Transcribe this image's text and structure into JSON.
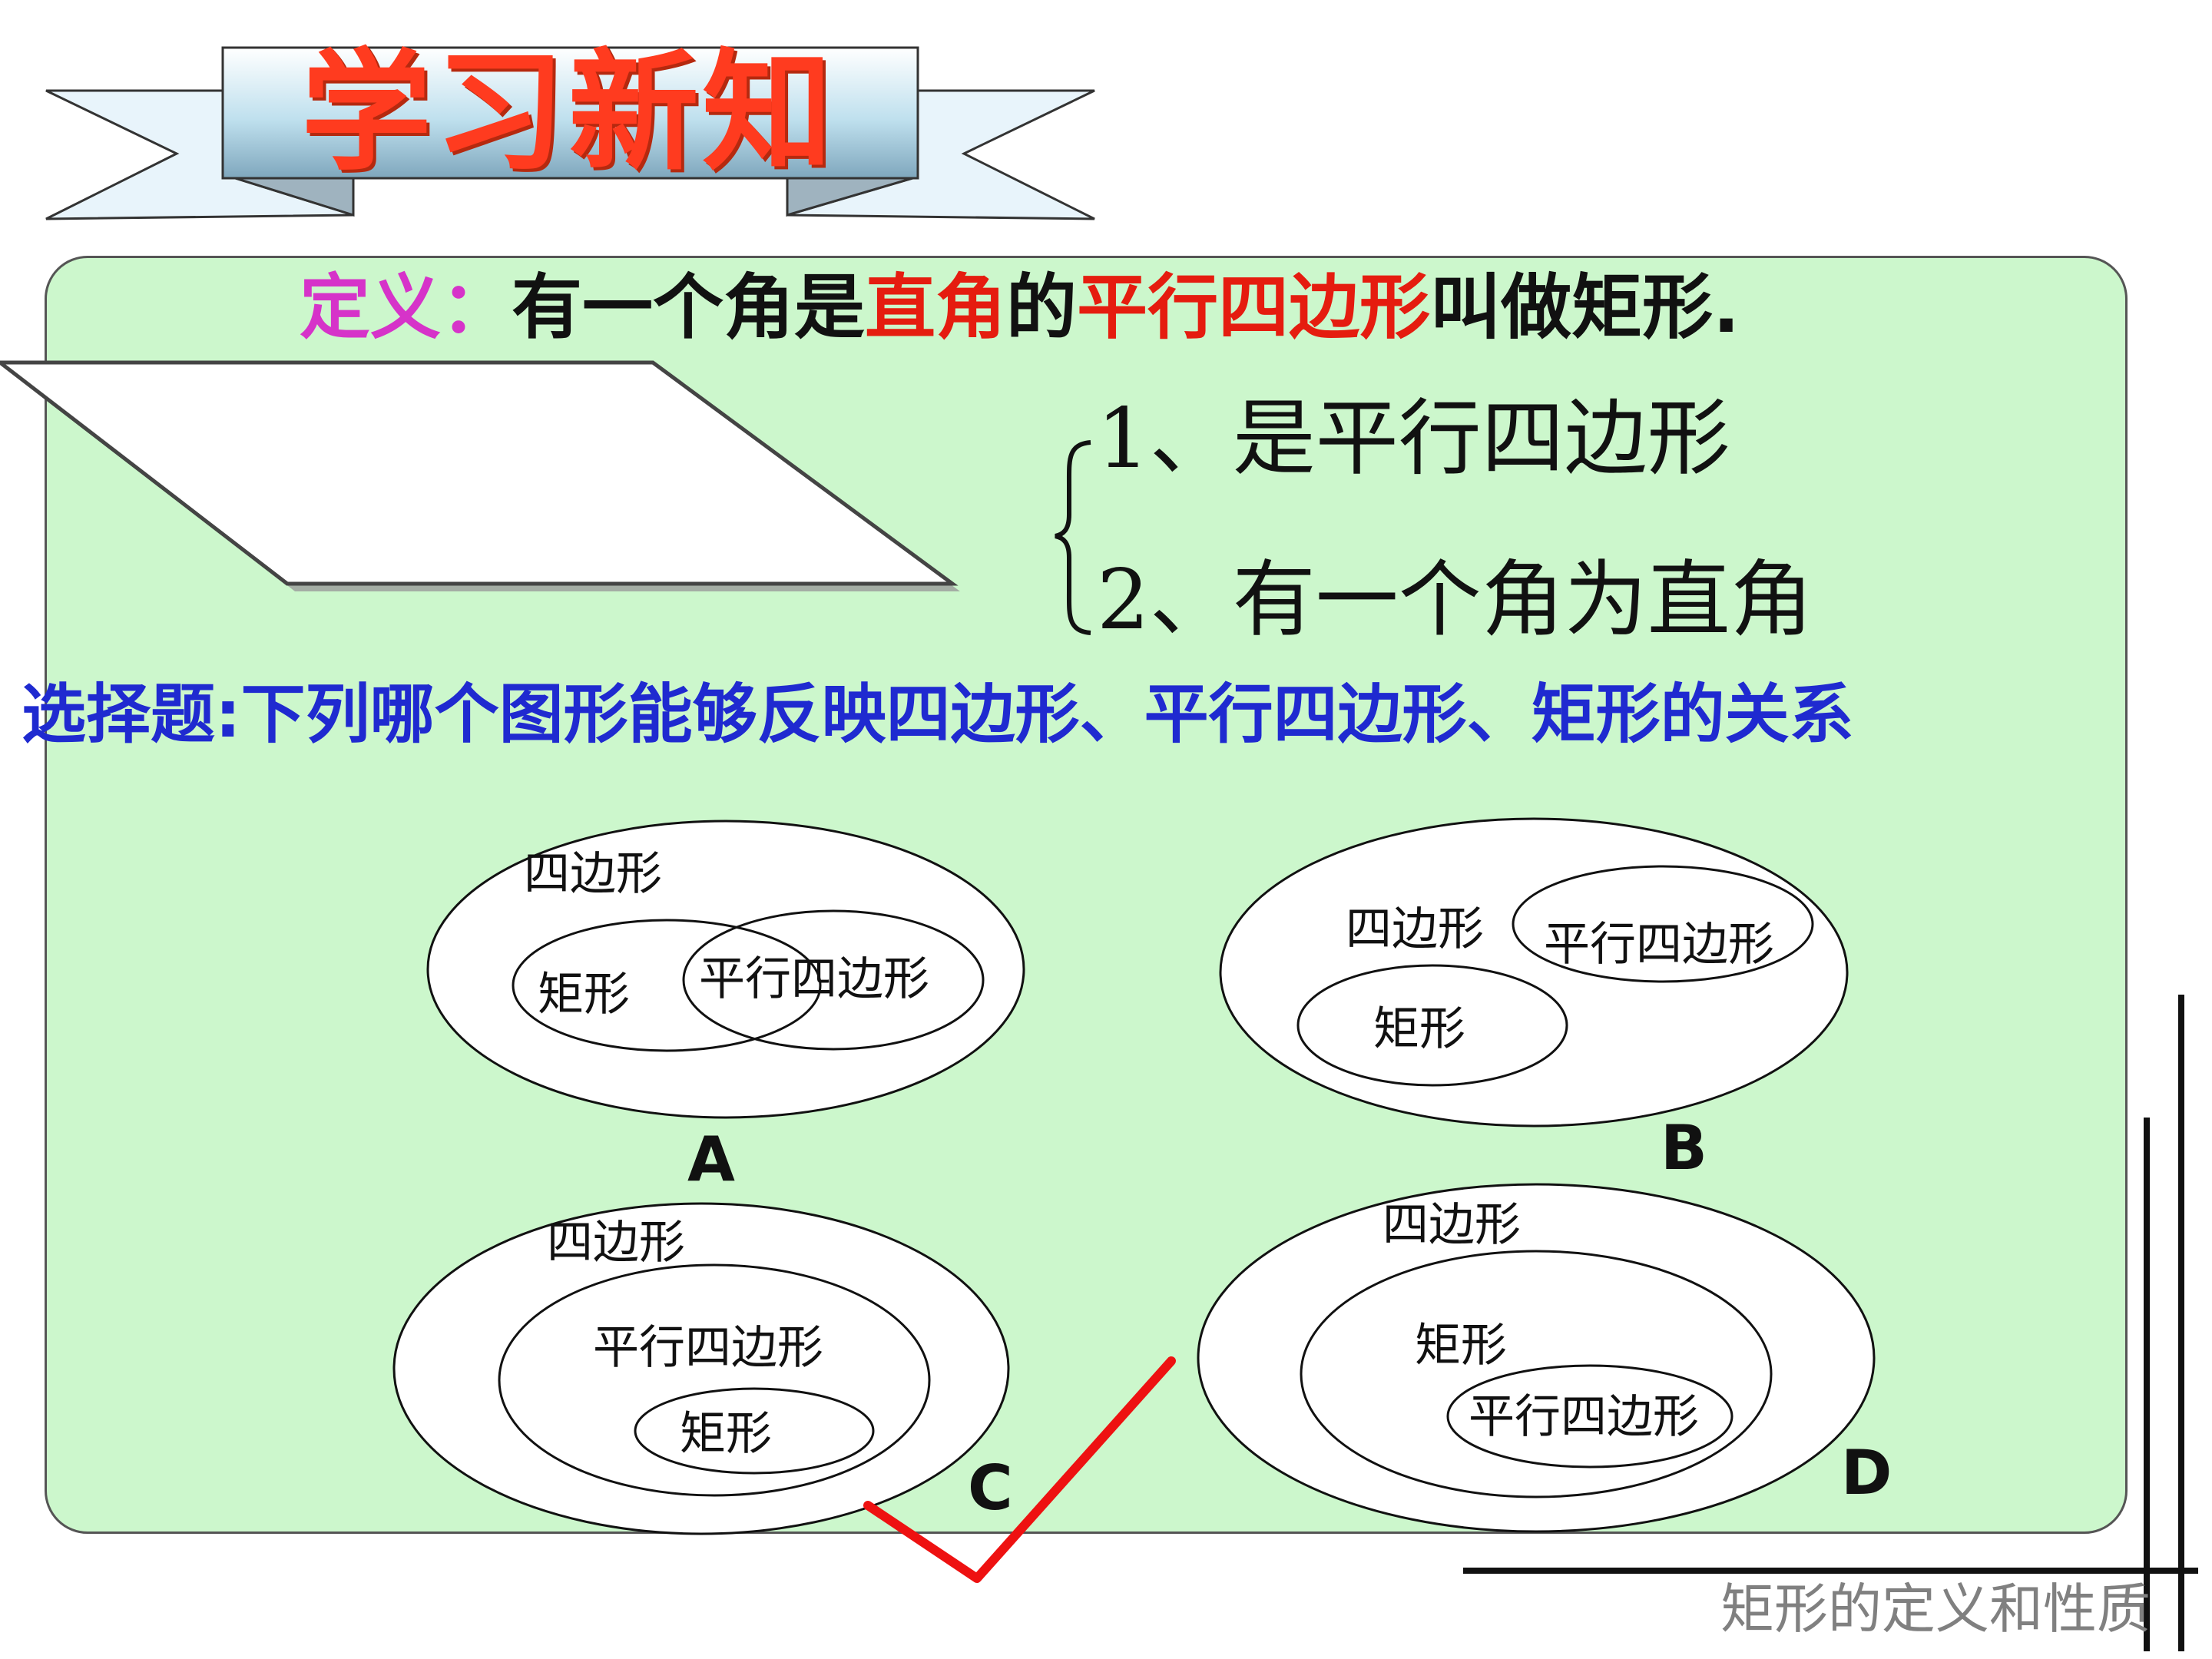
{
  "banner": {
    "title": "学习新知"
  },
  "definition": {
    "prefix": "定义：",
    "part1": "有一个角是",
    "part2": "直角",
    "part3": "的",
    "part4": "平行四边形",
    "part5": "叫做矩形."
  },
  "conditions": [
    "1、是平行四边形",
    "2、有一个角为直角"
  ],
  "question": "选择题:下列哪个图形能够反映四边形、平行四边形、矩形的关系",
  "options": {
    "A": {
      "letter": "A",
      "outer": "四边形",
      "left": "矩形",
      "right": "平行四边形"
    },
    "B": {
      "letter": "B",
      "outer": "四边形",
      "inner_top": "平行四边形",
      "inner_bottom": "矩形"
    },
    "C": {
      "letter": "C",
      "outer": "四边形",
      "middle": "平行四边形",
      "inner": "矩形"
    },
    "D": {
      "letter": "D",
      "outer": "四边形",
      "middle": "矩形",
      "inner": "平行四边形"
    }
  },
  "answer_mark_color": "#ee1111",
  "footer": "矩形的定义和性质"
}
